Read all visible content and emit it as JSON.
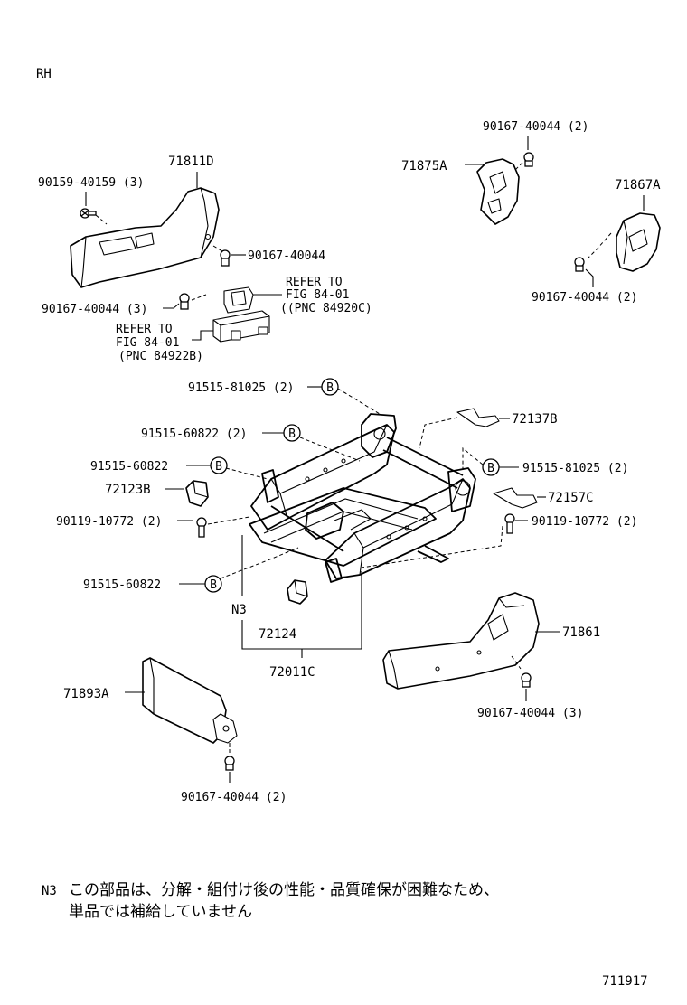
{
  "side_label": "RH",
  "labels": {
    "p71811D": "71811D",
    "p90159_40159": "90159-40159 (3)",
    "p90167_40044_a": "90167-40044",
    "p90167_40044_b": "90167-40044 (3)",
    "refer1_line1": "REFER TO",
    "refer1_line2": "FIG 84-01",
    "refer1_line3": "((PNC 84920C)",
    "refer2_line1": "REFER TO",
    "refer2_line2": "FIG 84-01",
    "refer2_line3": "(PNC 84922B)",
    "p90167_40044_c": "90167-40044 (2)",
    "p71875A": "71875A",
    "p71867A": "71867A",
    "p90167_40044_d": "90167-40044 (2)",
    "p91515_81025_a": "91515-81025 (2)",
    "p91515_60822_a": "91515-60822 (2)",
    "p72137B": "72137B",
    "p91515_60822_b": "91515-60822",
    "p91515_81025_b": "91515-81025 (2)",
    "p72123B": "72123B",
    "p72157C": "72157C",
    "p90119_10772_a": "90119-10772 (2)",
    "p90119_10772_b": "90119-10772 (2)",
    "p91515_60822_c": "91515-60822",
    "pN3": "N3",
    "p72124": "72124",
    "p72011C": "72011C",
    "p71861": "71861",
    "p71893A": "71893A",
    "p90167_40044_e": "90167-40044 (3)",
    "p90167_40044_f": "90167-40044 (2)"
  },
  "circle_mark": "B",
  "note": {
    "marker": "N3",
    "line1": "この部品は、分解・組付け後の性能・品質確保が困難なため、",
    "line2": "単品では補給していません"
  },
  "figure_id": "711917"
}
